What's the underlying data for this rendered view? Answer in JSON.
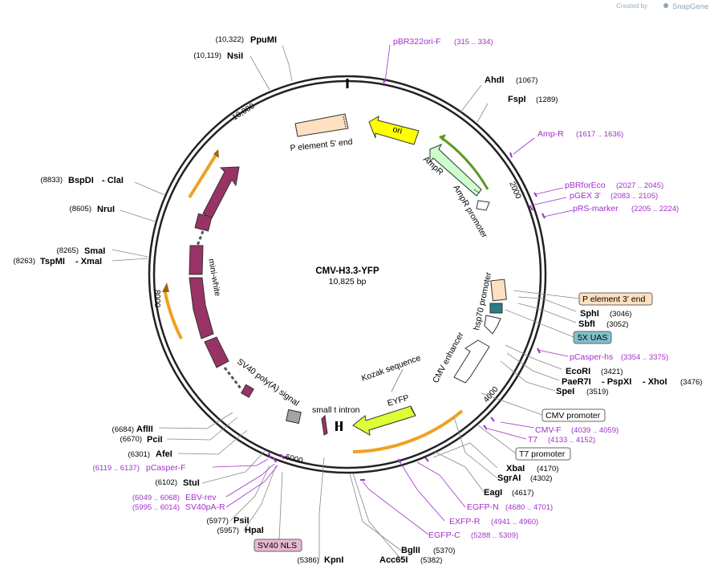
{
  "branding": {
    "created_by": "Created by",
    "app_name": "SnapGene"
  },
  "plasmid": {
    "name": "CMV-H3.3-YFP",
    "length": "10,825 bp"
  },
  "ticks": [
    "10,000",
    "2000",
    "4000",
    "6000",
    "8000"
  ],
  "features": {
    "p_element_5": "P element 5' end",
    "ori": "ori",
    "ampr": "AmpR",
    "ampr_promoter": "AmpR promoter",
    "mini_white": "mini-white",
    "hsp70_promoter": "hsp70 promoter",
    "cmv_enhancer": "CMV enhancer",
    "kozak": "Kozak sequence",
    "eyfp": "EYFP",
    "small_t_intron": "small t intron",
    "sv40_polya": "SV40 poly(A) signal"
  },
  "boxed_labels": {
    "p_element_3": "P element 3' end",
    "uas": "5X UAS",
    "cmv_promoter": "CMV promoter",
    "t7_promoter": "T7 promoter",
    "sv40_nls": "SV40 NLS"
  },
  "enzymes": [
    {
      "id": "ppumi",
      "name": "PpuMI",
      "pos": "(10,322)"
    },
    {
      "id": "nsii",
      "name": "NsiI",
      "pos": "(10,119)"
    },
    {
      "id": "ahdi",
      "name": "AhdI",
      "pos": "(1067)"
    },
    {
      "id": "fspi",
      "name": "FspI",
      "pos": "(1289)"
    },
    {
      "id": "bspdi",
      "name": "BspDI",
      "extra": "- ClaI",
      "pos": "(8833)"
    },
    {
      "id": "nrui",
      "name": "NruI",
      "pos": "(8605)"
    },
    {
      "id": "smai",
      "name": "SmaI",
      "pos": "(8265)"
    },
    {
      "id": "tspmi",
      "name": "TspMI",
      "extra": "- XmaI",
      "pos": "(8263)"
    },
    {
      "id": "sphi",
      "name": "SphI",
      "pos": "(3046)"
    },
    {
      "id": "sbfi",
      "name": "SbfI",
      "pos": "(3052)"
    },
    {
      "id": "ecori",
      "name": "EcoRI",
      "pos": "(3421)"
    },
    {
      "id": "paer7i",
      "name": "PaeR7I",
      "extra": "- PspXI",
      "extra2": "- XhoI",
      "pos": "(3476)"
    },
    {
      "id": "spei",
      "name": "SpeI",
      "pos": "(3519)"
    },
    {
      "id": "afiii",
      "name": "AflII",
      "pos": "(6684)"
    },
    {
      "id": "pcii",
      "name": "PciI",
      "pos": "(6670)"
    },
    {
      "id": "afei",
      "name": "AfeI",
      "pos": "(6301)"
    },
    {
      "id": "stui",
      "name": "StuI",
      "pos": "(6102)"
    },
    {
      "id": "psii",
      "name": "PsiI",
      "pos": "(5977)"
    },
    {
      "id": "hpai",
      "name": "HpaI",
      "pos": "(5957)"
    },
    {
      "id": "kpni",
      "name": "KpnI",
      "pos": "(5386)"
    },
    {
      "id": "acc65i",
      "name": "Acc65I",
      "pos": "(5382)"
    },
    {
      "id": "bglii",
      "name": "BglII",
      "pos": "(5370)"
    },
    {
      "id": "xbai",
      "name": "XbaI",
      "pos": "(4170)"
    },
    {
      "id": "sgrai",
      "name": "SgrAI",
      "pos": "(4302)"
    },
    {
      "id": "eagi",
      "name": "EagI",
      "pos": "(4617)"
    }
  ],
  "primers": [
    {
      "id": "pbr322",
      "name": "pBR322ori-F",
      "pos": "(315 .. 334)"
    },
    {
      "id": "ampr_p",
      "name": "Amp-R",
      "pos": "(1617 .. 1636)"
    },
    {
      "id": "pbrfor",
      "name": "pBRforEco",
      "pos": "(2027 .. 2045)"
    },
    {
      "id": "pgex",
      "name": "pGEX 3'",
      "pos": "(2083 .. 2105)"
    },
    {
      "id": "prs",
      "name": "pRS-marker",
      "pos": "(2205 .. 2224)"
    },
    {
      "id": "pcasper_hs",
      "name": "pCasper-hs",
      "pos": "(3354 .. 3375)"
    },
    {
      "id": "cmvf",
      "name": "CMV-F",
      "pos": "(4039 .. 4059)"
    },
    {
      "id": "t7",
      "name": "T7",
      "pos": "(4133 .. 4152)"
    },
    {
      "id": "egfpn",
      "name": "EGFP-N",
      "pos": "(4680 .. 4701)"
    },
    {
      "id": "exfpr",
      "name": "EXFP-R",
      "pos": "(4941 .. 4960)"
    },
    {
      "id": "egfpc",
      "name": "EGFP-C",
      "pos": "(5288 .. 5309)"
    },
    {
      "id": "pcasperf",
      "name": "pCasper-F",
      "pos": "(6119 .. 6137)"
    },
    {
      "id": "ebvrev",
      "name": "EBV-rev",
      "pos": "(6049 .. 6068)"
    },
    {
      "id": "sv40pa",
      "name": "SV40pA-R",
      "pos": "(5995 .. 6014)"
    }
  ],
  "colors": {
    "ori": "#ffff00",
    "ampr": "#ccffcc",
    "mini_white": "#993366",
    "eyfp": "#ddff33",
    "p_element": "#fce0c0",
    "uas": "#7fc0cc",
    "sv40_nls": "#e8b8d0",
    "primer": "#a030c8",
    "orf_arc": "#f0a020"
  }
}
